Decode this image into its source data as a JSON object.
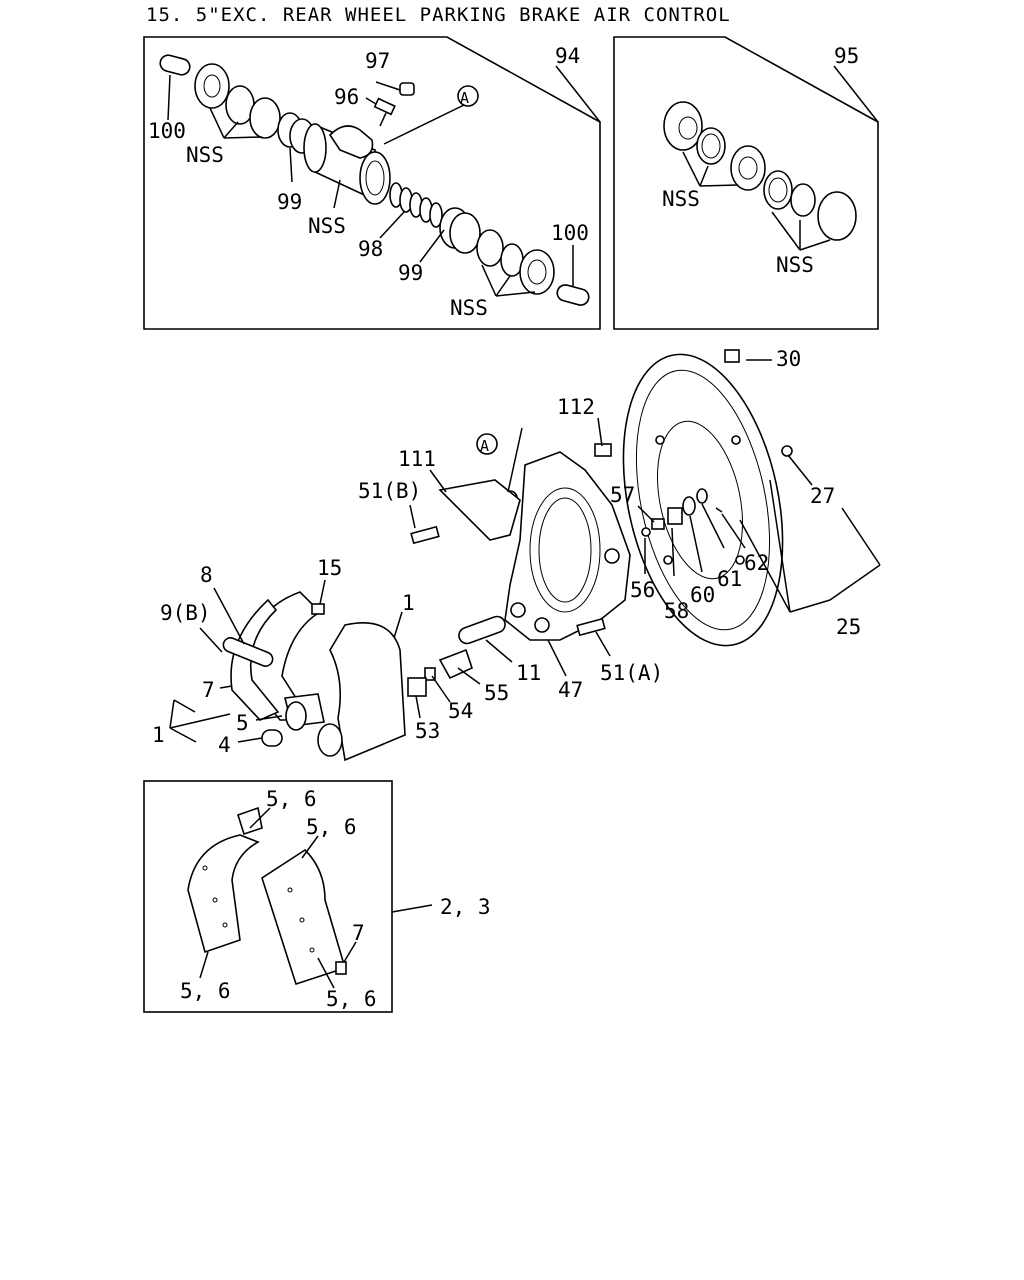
{
  "title": "15. 5\"EXC. REAR WHEEL PARKING BRAKE AIR CONTROL",
  "inset_94": {
    "ref": "94",
    "labels": {
      "p97": "97",
      "p96": "96",
      "marker_a": "A",
      "p100_left": "100",
      "nss_1": "NSS",
      "p99_1": "99",
      "nss_2": "NSS",
      "p98": "98",
      "p99_2": "99",
      "p100_right": "100",
      "nss_3": "NSS"
    }
  },
  "inset_95": {
    "ref": "95",
    "labels": {
      "nss_1": "NSS",
      "nss_2": "NSS"
    }
  },
  "main": {
    "labels": {
      "p30": "30",
      "p112": "112",
      "marker_a": "A",
      "p27": "27",
      "p111": "111",
      "p51b": "51(B)",
      "p57": "57",
      "p8": "8",
      "p15": "15",
      "p1_top": "1",
      "p9b": "9(B)",
      "p56": "56",
      "p61": "61",
      "p62": "62",
      "p60": "60",
      "p58": "58",
      "p25": "25",
      "p7": "7",
      "p11": "11",
      "p51a": "51(A)",
      "p5": "5",
      "p1_left": "1",
      "p4": "4",
      "p55": "55",
      "p47": "47",
      "p53": "53",
      "p54": "54"
    }
  },
  "inset_lining": {
    "ref": "2, 3",
    "labels": {
      "top_left": "5, 6",
      "top_right": "5, 6",
      "p7": "7",
      "bottom_left": "5, 6",
      "bottom_right": "5, 6"
    }
  }
}
